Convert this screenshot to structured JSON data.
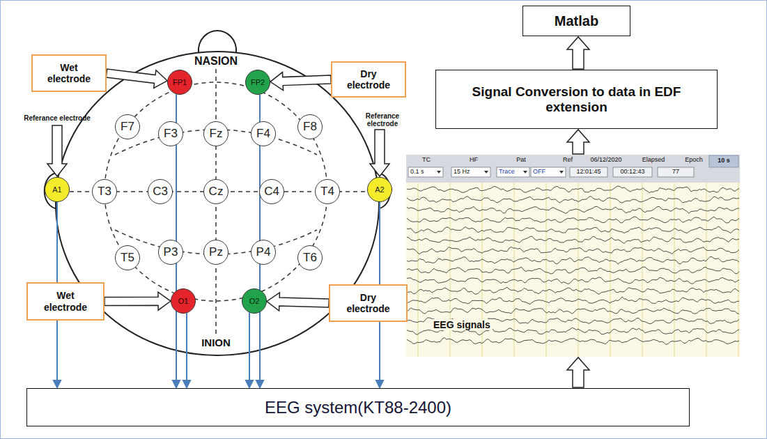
{
  "diagram": {
    "nodes": [
      {
        "text": [
          "Wet electrode"
        ]
      },
      {
        "text": [
          "FP1"
        ]
      },
      {
        "text": [
          "FP2"
        ]
      },
      {
        "text": [
          "Dry electrode"
        ]
      },
      {
        "text": [
          "F7"
        ]
      },
      {
        "text": [
          "F3"
        ]
      },
      {
        "text": [
          "Fz"
        ]
      },
      {
        "text": [
          "F4"
        ]
      },
      {
        "text": [
          "F8"
        ]
      },
      {
        "text": [
          "A1"
        ]
      },
      {
        "text": [
          "T3"
        ]
      },
      {
        "text": [
          "C3"
        ]
      },
      {
        "text": [
          "Cz"
        ]
      },
      {
        "text": [
          "C4"
        ]
      },
      {
        "text": [
          "T4"
        ]
      },
      {
        "text": [
          "A2"
        ]
      },
      {
        "text": [
          "T5"
        ]
      },
      {
        "text": [
          "P3"
        ]
      },
      {
        "text": [
          "Pz"
        ]
      },
      {
        "text": [
          "P4"
        ]
      },
      {
        "text": [
          "T6"
        ]
      },
      {
        "text": [
          "Wet electrode"
        ]
      },
      {
        "text": [
          "O1"
        ]
      },
      {
        "text": [
          "O2"
        ]
      },
      {
        "text": [
          "Dry electrode"
        ]
      },
      {
        "text": [
          "EEG system(KT88-2400)"
        ]
      },
      {
        "text": [
          "Matlab"
        ]
      },
      {
        "text": [
          "Signal Conversion to data in EDF extension"
        ]
      },
      {
        "text": [
          "EEG signals"
        ]
      }
    ],
    "edges": [
      {
        "from": 0,
        "to": 1,
        "arrow": "to"
      },
      {
        "from": 3,
        "to": 2,
        "arrow": "to"
      },
      {
        "from": 21,
        "to": 22,
        "arrow": "to"
      },
      {
        "from": 24,
        "to": 23,
        "arrow": "to"
      },
      {
        "from": 9,
        "to": 25,
        "arrow": "to"
      },
      {
        "from": 1,
        "to": 25,
        "arrow": "to"
      },
      {
        "from": 22,
        "to": 25,
        "arrow": "to"
      },
      {
        "from": 23,
        "to": 25,
        "arrow": "to"
      },
      {
        "from": 2,
        "to": 25,
        "arrow": "to"
      },
      {
        "from": 15,
        "to": 25,
        "arrow": "to"
      },
      {
        "from": 25,
        "to": 28,
        "arrow": "to"
      },
      {
        "from": 28,
        "to": 27,
        "arrow": "to"
      },
      {
        "from": 27,
        "to": 26,
        "arrow": "to"
      }
    ],
    "labels": [
      "NASION",
      "INION",
      "Referance electrode",
      "Referance electrode",
      "TC",
      "HF",
      "Pat",
      "Ref",
      "06/12/2020",
      "Elapsed",
      "Epoch",
      "10 s",
      "0.1 s",
      "15 Hz",
      "Trace",
      "OFF",
      "12:01:45",
      "00:12:43",
      "77"
    ]
  }
}
